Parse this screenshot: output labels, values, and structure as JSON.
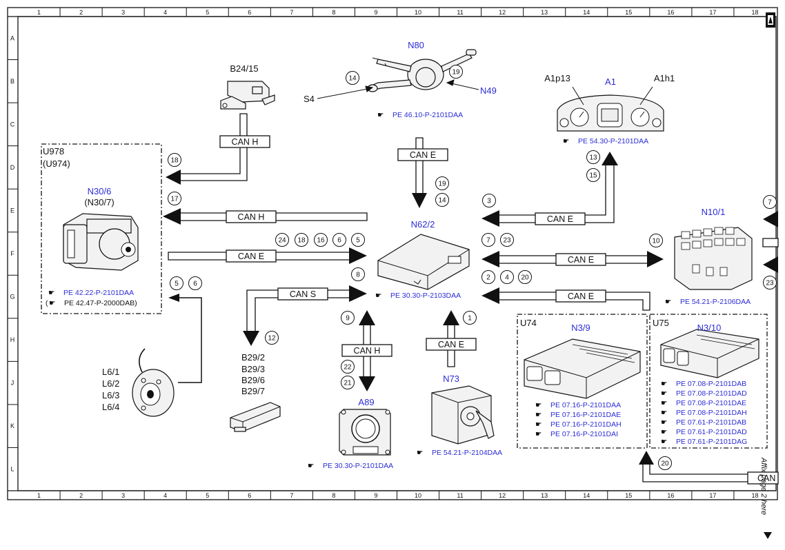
{
  "grid": {
    "columns": [
      "1",
      "2",
      "3",
      "4",
      "5",
      "6",
      "7",
      "8",
      "9",
      "10",
      "11",
      "12",
      "13",
      "14",
      "15",
      "16",
      "17",
      "18"
    ],
    "rows": [
      "A",
      "B",
      "C",
      "D",
      "E",
      "F",
      "G",
      "H",
      "J",
      "K",
      "L"
    ]
  },
  "colors": {
    "component_label": "#2b2bd6",
    "reference": "#2b2bd6",
    "line": "#111111"
  },
  "components": {
    "N80": "N80",
    "S4": "S4",
    "N49": "N49",
    "B24_15": "B24/15",
    "A1": "A1",
    "A1p13": "A1p13",
    "A1h1": "A1h1",
    "U978": "U978",
    "U974": "(U974)",
    "N30_6": "N30/6",
    "N30_7": "(N30/7)",
    "N62_2": "N62/2",
    "N10_1": "N10/1",
    "U74": "U74",
    "N3_9": "N3/9",
    "U75": "U75",
    "N3_10": "N3/10",
    "N73": "N73",
    "A89": "A89",
    "L6_1": "L6/1",
    "L6_2": "L6/2",
    "L6_3": "L6/3",
    "L6_4": "L6/4",
    "B29_2": "B29/2",
    "B29_3": "B29/3",
    "B29_6": "B29/6",
    "B29_7": "B29/7"
  },
  "buses": {
    "can_h": "CAN H",
    "can_e": "CAN E",
    "can_s": "CAN S",
    "can_partial": "CAN"
  },
  "refs": {
    "n80": "PE 46.10-P-2101DAA",
    "a1": "PE 54.30-P-2101DAA",
    "n30_1": "PE 42.22-P-2101DAA",
    "n30_2": "PE 42.47-P-2000DAB)",
    "n30_2_open": "(",
    "n62": "PE 30.30-P-2103DAA",
    "n10": "PE 54.21-P-2106DAA",
    "n73": "PE 54.21-P-2104DAA",
    "a89": "PE 30.30-P-2101DAA",
    "n3_9": [
      "PE 07.16-P-2101DAA",
      "PE 07.16-P-2101DAE",
      "PE 07.16-P-2101DAH",
      "PE 07.16-P-2101DAI"
    ],
    "n3_10": [
      "PE 07.08-P-2101DAB",
      "PE 07.08-P-2101DAD",
      "PE 07.08-P-2101DAE",
      "PE 07.08-P-2101DAH",
      "PE 07.61-P-2101DAB",
      "PE 07.61-P-2101DAD",
      "PE 07.61-P-2101DAG"
    ]
  },
  "signals": {
    "s14a": "14",
    "s19a": "19",
    "s18a": "18",
    "s17": "17",
    "s24": "24",
    "s18b": "18",
    "s16": "16",
    "s6a": "6",
    "s5a": "5",
    "s8": "8",
    "s5b": "5",
    "s6b": "6",
    "s12": "12",
    "s19b": "19",
    "s14b": "14",
    "s13": "13",
    "s15": "15",
    "s3": "3",
    "s7a": "7",
    "s23a": "23",
    "s10": "10",
    "s7b": "7",
    "s23b": "23",
    "s2": "2",
    "s4": "4",
    "s20a": "20",
    "s9": "9",
    "s22": "22",
    "s21": "21",
    "s1": "1",
    "s20b": "20"
  },
  "margin_note": "Affix page 2 here"
}
